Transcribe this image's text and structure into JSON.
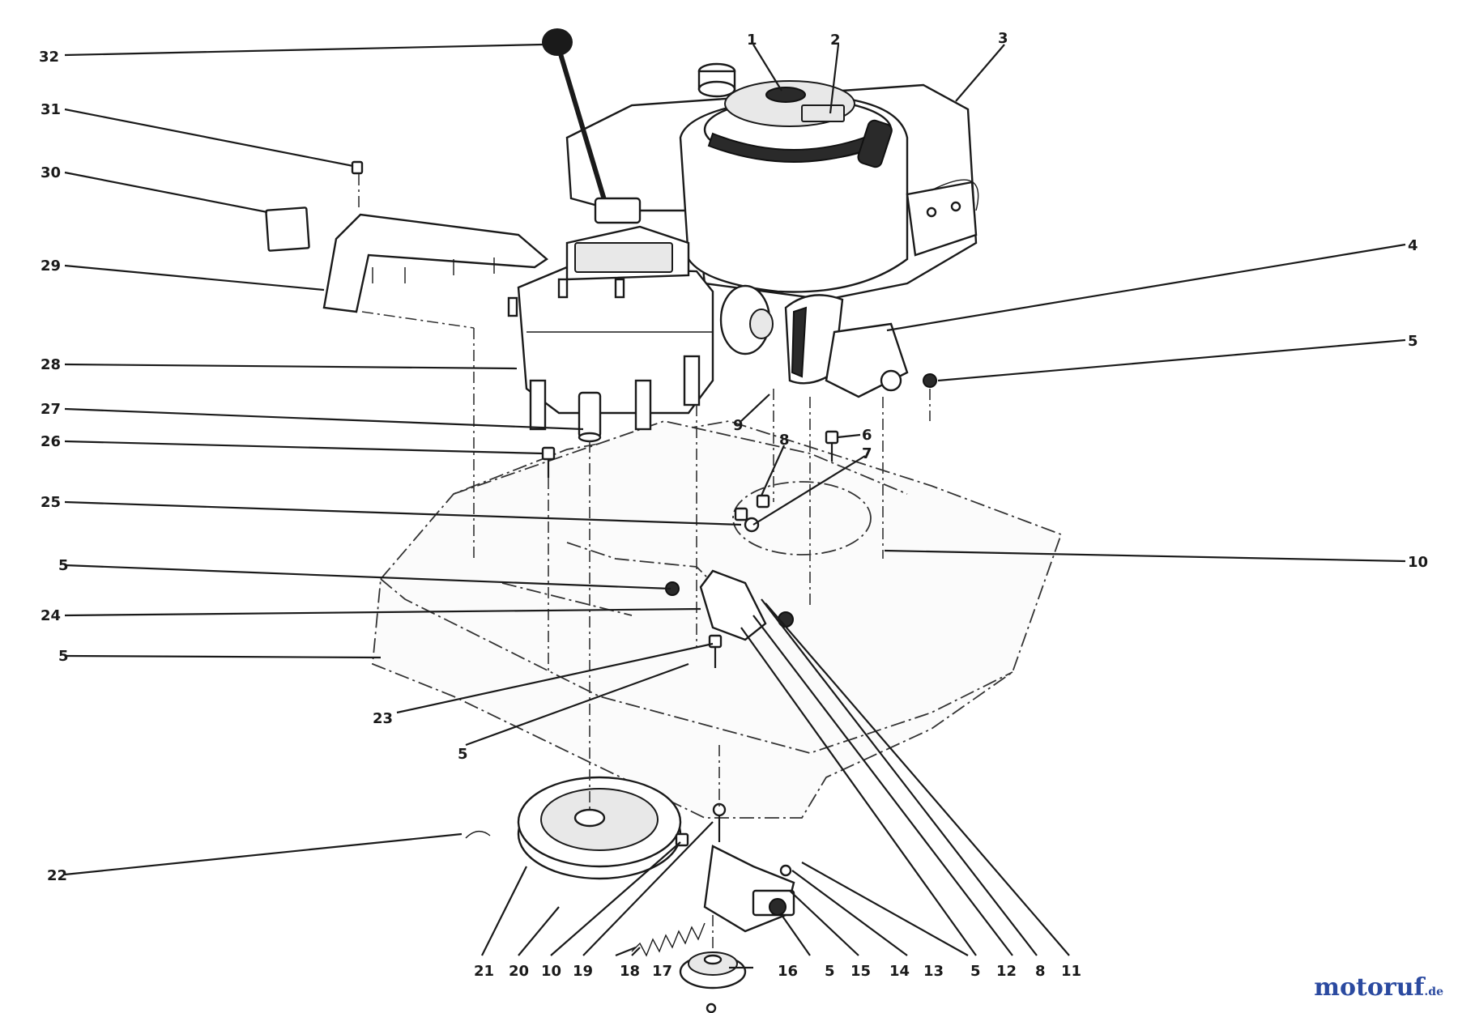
{
  "callouts": [
    {
      "id": "c32",
      "text": "32"
    },
    {
      "id": "c31",
      "text": "31"
    },
    {
      "id": "c30",
      "text": "30"
    },
    {
      "id": "c29",
      "text": "29"
    },
    {
      "id": "c28",
      "text": "28"
    },
    {
      "id": "c27",
      "text": "27"
    },
    {
      "id": "c26",
      "text": "26"
    },
    {
      "id": "c25",
      "text": "25"
    },
    {
      "id": "c5a",
      "text": "5"
    },
    {
      "id": "c24",
      "text": "24"
    },
    {
      "id": "c5b",
      "text": "5"
    },
    {
      "id": "c23",
      "text": "23"
    },
    {
      "id": "c5c",
      "text": "5"
    },
    {
      "id": "c22",
      "text": "22"
    },
    {
      "id": "c1",
      "text": "1"
    },
    {
      "id": "c2",
      "text": "2"
    },
    {
      "id": "c3",
      "text": "3"
    },
    {
      "id": "c4",
      "text": "4"
    },
    {
      "id": "c5d",
      "text": "5"
    },
    {
      "id": "c9",
      "text": "9"
    },
    {
      "id": "c8a",
      "text": "8"
    },
    {
      "id": "c6",
      "text": "6"
    },
    {
      "id": "c7",
      "text": "7"
    },
    {
      "id": "c10a",
      "text": "10"
    },
    {
      "id": "c21",
      "text": "21"
    },
    {
      "id": "c20",
      "text": "20"
    },
    {
      "id": "c10b",
      "text": "10"
    },
    {
      "id": "c19",
      "text": "19"
    },
    {
      "id": "c18",
      "text": "18"
    },
    {
      "id": "c17",
      "text": "17"
    },
    {
      "id": "c16",
      "text": "16"
    },
    {
      "id": "c5e",
      "text": "5"
    },
    {
      "id": "c15",
      "text": "15"
    },
    {
      "id": "c14",
      "text": "14"
    },
    {
      "id": "c13",
      "text": "13"
    },
    {
      "id": "c5f",
      "text": "5"
    },
    {
      "id": "c12",
      "text": "12"
    },
    {
      "id": "c8b",
      "text": "8"
    },
    {
      "id": "c11",
      "text": "11"
    }
  ],
  "watermark": {
    "name": "motoruf",
    "tld": ".de"
  }
}
